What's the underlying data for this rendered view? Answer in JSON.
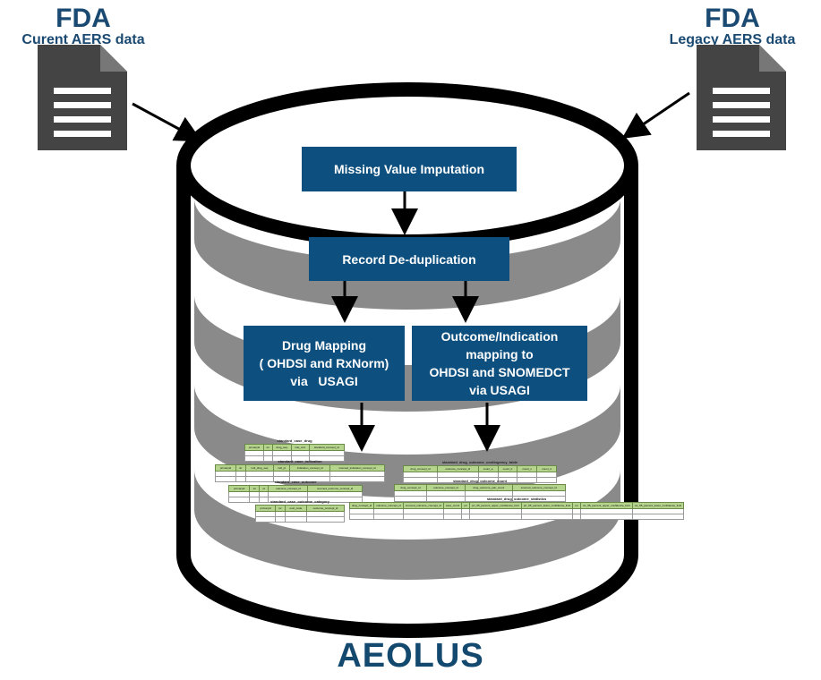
{
  "sources": {
    "left": {
      "title": "FDA",
      "subtitle": "Curent AERS data",
      "icon": "document-icon"
    },
    "right": {
      "title": "FDA",
      "subtitle": "Legacy AERS data",
      "icon": "document-icon"
    }
  },
  "pipeline": {
    "step1": "Missing Value Imputation",
    "step2": "Record De-duplication",
    "step3a": [
      "Drug Mapping",
      "( OHDSI and RxNorm)",
      "via   USAGI"
    ],
    "step3b": [
      "Outcome/Indication",
      "mapping to",
      "OHDSI and SNOMEDCT",
      "via USAGI"
    ]
  },
  "tables": {
    "case_drug": {
      "name": "standard_case_drug",
      "columns": [
        "primaryid",
        "isr",
        "drug_seq",
        "role_cod",
        "standard_concept_id"
      ]
    },
    "case_indication": {
      "name": "standard_case_indication",
      "columns": [
        "primaryid",
        "isr",
        "indi_drug_seq",
        "indi_pt",
        "indication_concept_id",
        "snomed_indication_concept_id"
      ]
    },
    "case_outcome": {
      "name": "standard_case_outcome",
      "columns": [
        "primaryid",
        "isr",
        "pt",
        "outcome_concept_id",
        "snomed_outcome_concept_id"
      ]
    },
    "case_outcome_category": {
      "name": "standard_case_outcome_category",
      "columns": [
        "primaryid",
        "isr",
        "outc_code",
        "outcome_concept_id"
      ]
    },
    "contingency": {
      "name": "standard_drug_outcome_contingency_table",
      "columns": [
        "drug_concept_id",
        "outcome_concept_id",
        "count_a",
        "count_b",
        "count_c",
        "count_d"
      ]
    },
    "outcome_count": {
      "name": "standard_drug_outcome_count",
      "columns": [
        "drug_concept_id",
        "outcome_concept_id",
        "drug_outcome_pair_count",
        "snomed_outcome_concept_id"
      ]
    },
    "statistics": {
      "name": "standard_drug_outcome_statistics",
      "columns": [
        "drug_concept_id",
        "outcome_concept_id",
        "snomed_outcome_concept_id",
        "case_count",
        "prr",
        "prr_95_percent_upper_confidence_limit",
        "prr_95_percent_lower_confidence_limit",
        "ror",
        "ror_95_percent_upper_confidence_limit",
        "ror_95_percent_lower_confidence_limit"
      ]
    }
  },
  "footer": {
    "title": "AEOLUS"
  },
  "colors": {
    "box": "#0d4f7e",
    "title": "#14496f",
    "cylinder": "#000000",
    "bands": "#8a8a8a"
  }
}
